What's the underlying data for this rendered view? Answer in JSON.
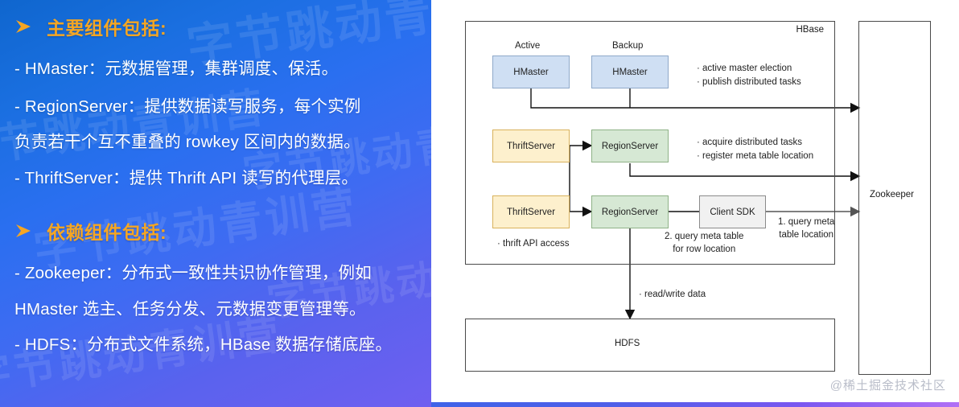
{
  "left": {
    "watermark_text": "字节跳动青训营",
    "sections": [
      {
        "heading": "主要组件包括:",
        "lines": [
          "- HMaster：元数据管理，集群调度、保活。",
          "- RegionServer：提供数据读写服务，每个实例",
          "负责若干个互不重叠的 rowkey 区间内的数据。",
          "- ThriftServer：提供 Thrift API 读写的代理层。"
        ]
      },
      {
        "heading": "依赖组件包括:",
        "lines": [
          "- Zookeeper：分布式一致性共识协作管理，例如",
          "HMaster 选主、任务分发、元数据变更管理等。",
          "- HDFS：分布式文件系统，HBase 数据存储底座。"
        ]
      }
    ],
    "accent_color": "#f5a623",
    "text_color": "#ffffff",
    "gradient_from": "#0f66ce",
    "gradient_to": "#6f5ff0"
  },
  "diagram": {
    "container_label": "HBase",
    "labels": {
      "active": "Active",
      "backup": "Backup"
    },
    "nodes": {
      "hmaster_active": "HMaster",
      "hmaster_backup": "HMaster",
      "thrift_top": "ThriftServer",
      "thrift_bottom": "ThriftServer",
      "region_top": "RegionServer",
      "region_bottom": "RegionServer",
      "client_sdk": "Client SDK",
      "zookeeper": "Zookeeper",
      "hdfs": "HDFS"
    },
    "notes": {
      "master_note_1": "· active master election",
      "master_note_2": "· publish distributed tasks",
      "region_note_1": "· acquire distributed tasks",
      "region_note_2": "· register meta table location",
      "thrift_note": "· thrift API access",
      "query_meta_1_line1": "1. query meta",
      "query_meta_1_line2": "table location",
      "query_meta_2_line1": "2. query meta table",
      "query_meta_2_line2": "for row location",
      "read_write": "· read/write data"
    },
    "colors": {
      "hmaster_fill": "#cfdff3",
      "thrift_fill": "#fdf0cd",
      "region_fill": "#d6e8d4",
      "client_fill": "#f1f1f1",
      "stroke": "#4a4a4a"
    }
  },
  "footer": {
    "watermark": "@稀土掘金技术社区"
  }
}
